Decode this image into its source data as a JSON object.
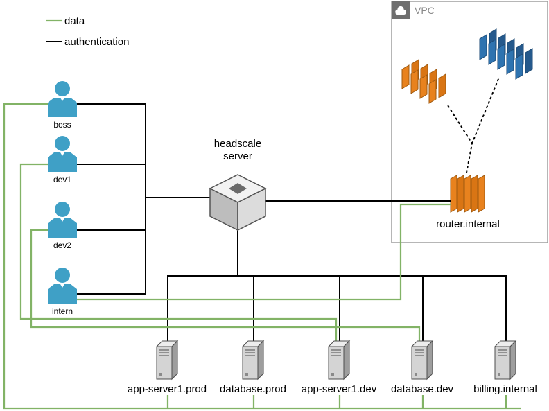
{
  "colors": {
    "data": "#82b366",
    "auth": "#000000",
    "user": "#3fa0c6",
    "orange": "#e8821e",
    "blue": "#2e73b0",
    "vpc_border": "#9e9e9e"
  },
  "legend": {
    "items": [
      {
        "label": "data"
      },
      {
        "label": "authentication"
      }
    ]
  },
  "users": [
    {
      "label": "boss"
    },
    {
      "label": "dev1"
    },
    {
      "label": "dev2"
    },
    {
      "label": "intern"
    }
  ],
  "headscale": {
    "label_lines": [
      "headscale",
      "server"
    ]
  },
  "vpc": {
    "label": "VPC",
    "router": {
      "label": "router.internal"
    }
  },
  "servers": [
    {
      "label": "app-server1.prod"
    },
    {
      "label": "database.prod"
    },
    {
      "label": "app-server1.dev"
    },
    {
      "label": "database.dev"
    },
    {
      "label": "billing.internal"
    }
  ]
}
